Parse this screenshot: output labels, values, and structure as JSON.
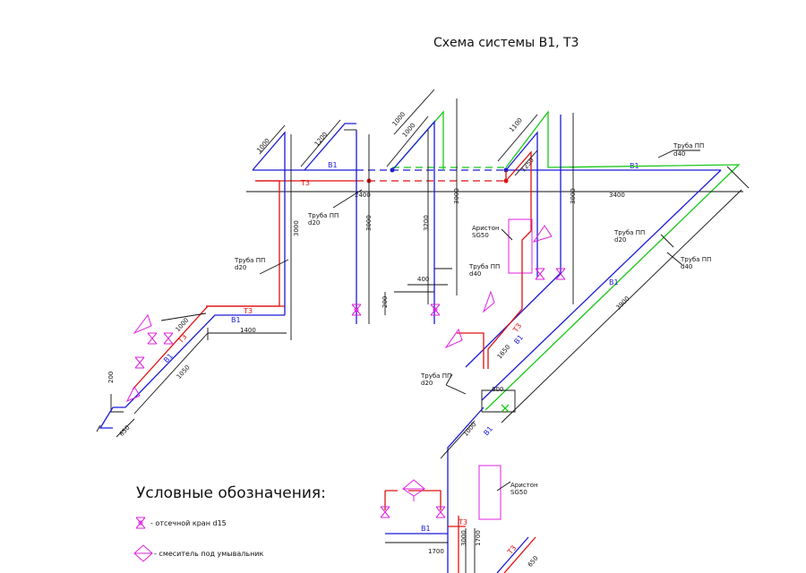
{
  "title": "Схема системы В1, Т3",
  "legend": {
    "heading": "Условные обозначения:",
    "items": [
      {
        "icon": "shutoff-valve-icon",
        "text": "- отсечной кран d15"
      },
      {
        "icon": "faucet-mixer-icon",
        "text": "- смеситель под умывальник"
      }
    ]
  },
  "pipe_labels": {
    "b1": "В1",
    "t3": "Т3"
  },
  "callouts": {
    "pipe_pp_d40_top": {
      "line1": "Труба ПП",
      "line2": "d40"
    },
    "pipe_pp_d20_a": {
      "line1": "Труба ПП",
      "line2": "d20"
    },
    "pipe_pp_d20_b": {
      "line1": "Труба ПП",
      "line2": "d20"
    },
    "pipe_pp_d40_mid": {
      "line1": "Труба ПП",
      "line2": "d40"
    },
    "pipe_pp_d20_right": {
      "line1": "Труба ПП",
      "line2": "d20"
    },
    "pipe_pp_d40_right": {
      "line1": "Труба ПП",
      "line2": "d40"
    },
    "pipe_pp_d20_low": {
      "line1": "Труба ПП",
      "line2": "d20"
    },
    "heater_1": {
      "line1": "Аристон",
      "line2": "SG50"
    },
    "heater_2": {
      "line1": "Аристон",
      "line2": "SG50"
    }
  },
  "dimensions": {
    "d1000_a": "1000",
    "d1200": "1200",
    "d1000_b": "1000",
    "d1000_c": "1000",
    "d1100": "1100",
    "d1250": "1250",
    "d2400": "2400",
    "d3400": "3400",
    "d3000_a": "3000",
    "d3000_b": "3000",
    "d3200": "3200",
    "d3000_c": "3000",
    "d3000_d": "3000",
    "d400": "400",
    "d200_a": "200",
    "d1400": "1400",
    "d1000_d": "1000",
    "d1050": "1050",
    "d200_b": "200",
    "d650_a": "650",
    "d3900": "3900",
    "d1650": "1650",
    "d600": "600",
    "d1000_e": "1000",
    "d1700": "1700",
    "d3000_e": "3000",
    "d1700_b": "1700",
    "d650_b": "650"
  }
}
